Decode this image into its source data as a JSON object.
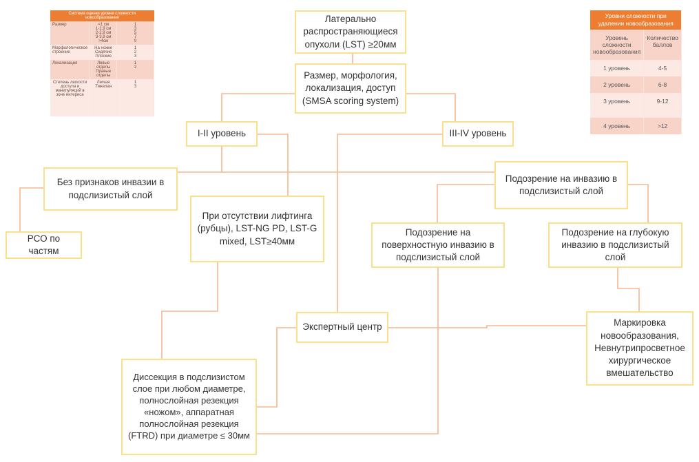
{
  "diagram": {
    "nodes": {
      "lst": "Латерально распространяющиеся опухоли (LST) ≥20мм",
      "smsa": "Размер, морфология, локализация, доступ (SMSA scoring system)",
      "level12": "I-II уровень",
      "level34": "III-IV уровень",
      "no_invasion": "Без признаков инвазии в подслизистый слой",
      "suspect_invasion": "Подозрение на инвазию в подслизистый слой",
      "rso": "РСО по частям",
      "no_lifting": "При отсутствии лифтинга (рубцы), LST-NG PD, LST-G mixed, LST≥40мм",
      "superficial": "Подозрение на поверхностную инвазию в подслизистый слой",
      "deep": "Подозрение на глубокую инвазию в подслизистый слой",
      "expert": "Экспертный центр",
      "dissection": "Диссекция в подслизистом слое при любом диаметре, полнослойная резекция «ножом», аппаратная полнослойная резекция (FTRD) при диаметре ≤ 30мм",
      "marking": "Маркировка новообразования, Невнутрипросветное хирургическое вмешательство"
    },
    "colors": {
      "node_border": "#fbe08a",
      "connector": "#f6b88f",
      "table_header": "#ed7d31",
      "table_row_dark": "#f8d3c8",
      "table_row_light": "#fce9e4"
    }
  },
  "scoring_table": {
    "title": "Система оценки уровня сложности новообразования",
    "rows": [
      {
        "criterion": "Размер",
        "options": "<1 см\n1-1,9 см\n2-2,9 см\n3-3,9 см\n>4см",
        "points": "1\n3\n5\n7\n9"
      },
      {
        "criterion": "Морфологическое строение",
        "options": "На ножке\nСидячие\nПлоские",
        "points": "1\n2\n3"
      },
      {
        "criterion": "Локализация",
        "options": "Левые отделы\nПравые отделы",
        "points": "1\n2"
      },
      {
        "criterion": "Степень легкости доступа и манипуляций в зоне интереса",
        "options": "Легкая\nТяжелая",
        "points": "1\n3"
      }
    ]
  },
  "levels_table": {
    "title": "Уровни сложности при удалении новообразования",
    "headers": [
      "Уровень сложности новообразования",
      "Количество баллов"
    ],
    "rows": [
      {
        "level": "1 уровень",
        "points": "4-5"
      },
      {
        "level": "2 уровень",
        "points": "6-8"
      },
      {
        "level": "3 уровень",
        "points": "9-12"
      },
      {
        "level": "4 уровень",
        "points": ">12"
      }
    ]
  }
}
